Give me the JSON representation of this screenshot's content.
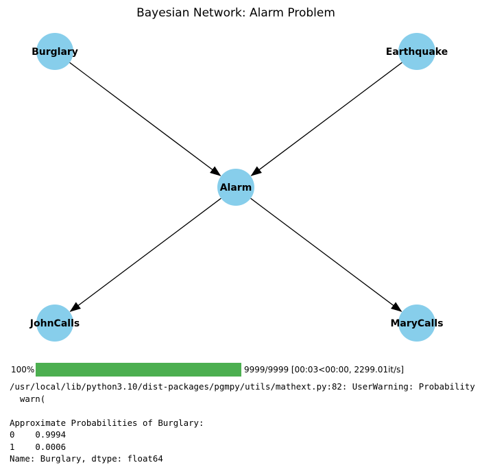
{
  "graph": {
    "title": "Bayesian Network: Alarm Problem",
    "node_color": "#87ceeb",
    "edge_color": "#000000",
    "nodes": [
      {
        "id": "Burglary",
        "label": "Burglary"
      },
      {
        "id": "Earthquake",
        "label": "Earthquake"
      },
      {
        "id": "Alarm",
        "label": "Alarm"
      },
      {
        "id": "JohnCalls",
        "label": "JohnCalls"
      },
      {
        "id": "MaryCalls",
        "label": "MaryCalls"
      }
    ],
    "edges": [
      {
        "from": "Burglary",
        "to": "Alarm"
      },
      {
        "from": "Earthquake",
        "to": "Alarm"
      },
      {
        "from": "Alarm",
        "to": "JohnCalls"
      },
      {
        "from": "Alarm",
        "to": "MaryCalls"
      }
    ]
  },
  "progress": {
    "percent_label": "100%",
    "fraction": 1.0,
    "fill_color": "#4caf50",
    "stats": "9999/9999 [00:03<00:00, 2299.01it/s]"
  },
  "console": {
    "warning_line": "/usr/local/lib/python3.10/dist-packages/pgmpy/utils/mathext.py:82: UserWarning: Probability",
    "warn_line": "  warn(",
    "heading": "Approximate Probabilities of Burglary:",
    "rows": [
      {
        "index": "0",
        "value": "0.9994"
      },
      {
        "index": "1",
        "value": "0.0006"
      }
    ],
    "footer": "Name: Burglary, dtype: float64"
  }
}
